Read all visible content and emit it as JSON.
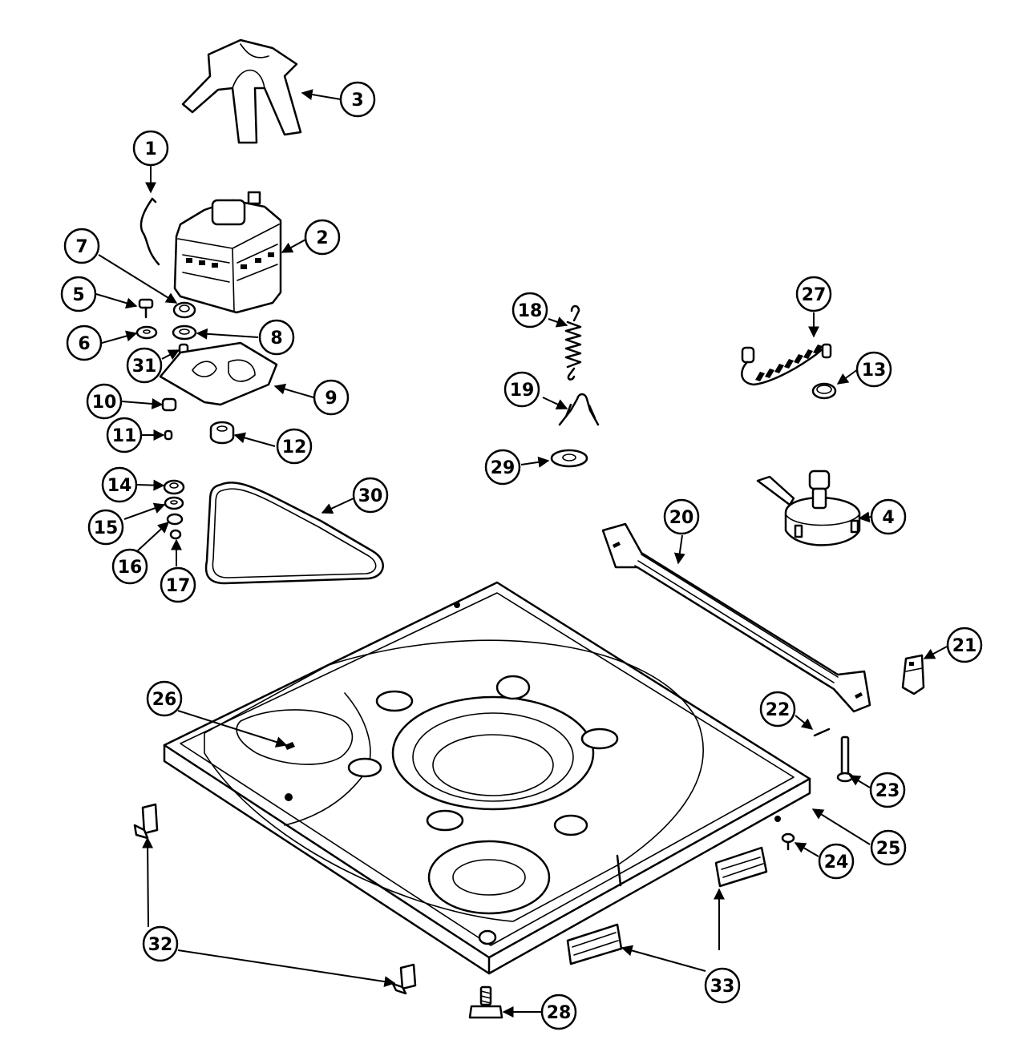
{
  "colors": {
    "ink": "#000000",
    "paper": "#ffffff"
  },
  "callouts": [
    {
      "label": "1"
    },
    {
      "label": "2"
    },
    {
      "label": "3"
    },
    {
      "label": "4"
    },
    {
      "label": "5"
    },
    {
      "label": "6"
    },
    {
      "label": "7"
    },
    {
      "label": "8"
    },
    {
      "label": "9"
    },
    {
      "label": "10"
    },
    {
      "label": "11"
    },
    {
      "label": "12"
    },
    {
      "label": "13"
    },
    {
      "label": "14"
    },
    {
      "label": "15"
    },
    {
      "label": "16"
    },
    {
      "label": "17"
    },
    {
      "label": "18"
    },
    {
      "label": "19"
    },
    {
      "label": "20"
    },
    {
      "label": "21"
    },
    {
      "label": "22"
    },
    {
      "label": "23"
    },
    {
      "label": "24"
    },
    {
      "label": "25"
    },
    {
      "label": "26"
    },
    {
      "label": "27"
    },
    {
      "label": "28"
    },
    {
      "label": "29"
    },
    {
      "label": "30"
    },
    {
      "label": "31"
    },
    {
      "label": "32"
    },
    {
      "label": "33"
    }
  ]
}
